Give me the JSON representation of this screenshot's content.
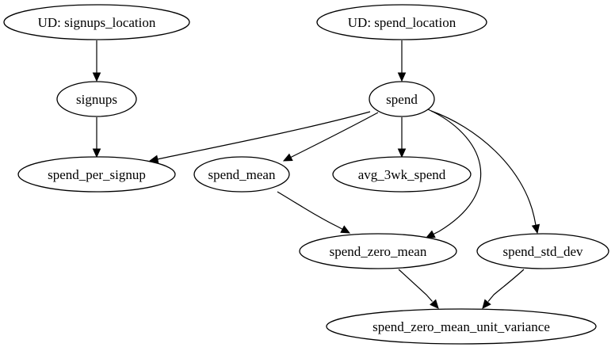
{
  "graph": {
    "nodes": [
      {
        "id": "ud_signups_location",
        "label": "UD: signups_location"
      },
      {
        "id": "ud_spend_location",
        "label": "UD: spend_location"
      },
      {
        "id": "signups",
        "label": "signups"
      },
      {
        "id": "spend",
        "label": "spend"
      },
      {
        "id": "spend_per_signup",
        "label": "spend_per_signup"
      },
      {
        "id": "spend_mean",
        "label": "spend_mean"
      },
      {
        "id": "avg_3wk_spend",
        "label": "avg_3wk_spend"
      },
      {
        "id": "spend_zero_mean",
        "label": "spend_zero_mean"
      },
      {
        "id": "spend_std_dev",
        "label": "spend_std_dev"
      },
      {
        "id": "spend_zero_mean_unit_variance",
        "label": "spend_zero_mean_unit_variance"
      }
    ],
    "edges": [
      {
        "from": "ud_signups_location",
        "to": "signups"
      },
      {
        "from": "ud_spend_location",
        "to": "spend"
      },
      {
        "from": "signups",
        "to": "spend_per_signup"
      },
      {
        "from": "spend",
        "to": "spend_per_signup"
      },
      {
        "from": "spend",
        "to": "spend_mean"
      },
      {
        "from": "spend",
        "to": "avg_3wk_spend"
      },
      {
        "from": "spend",
        "to": "spend_zero_mean"
      },
      {
        "from": "spend",
        "to": "spend_std_dev"
      },
      {
        "from": "spend_mean",
        "to": "spend_zero_mean"
      },
      {
        "from": "spend_zero_mean",
        "to": "spend_zero_mean_unit_variance"
      },
      {
        "from": "spend_std_dev",
        "to": "spend_zero_mean_unit_variance"
      }
    ]
  }
}
